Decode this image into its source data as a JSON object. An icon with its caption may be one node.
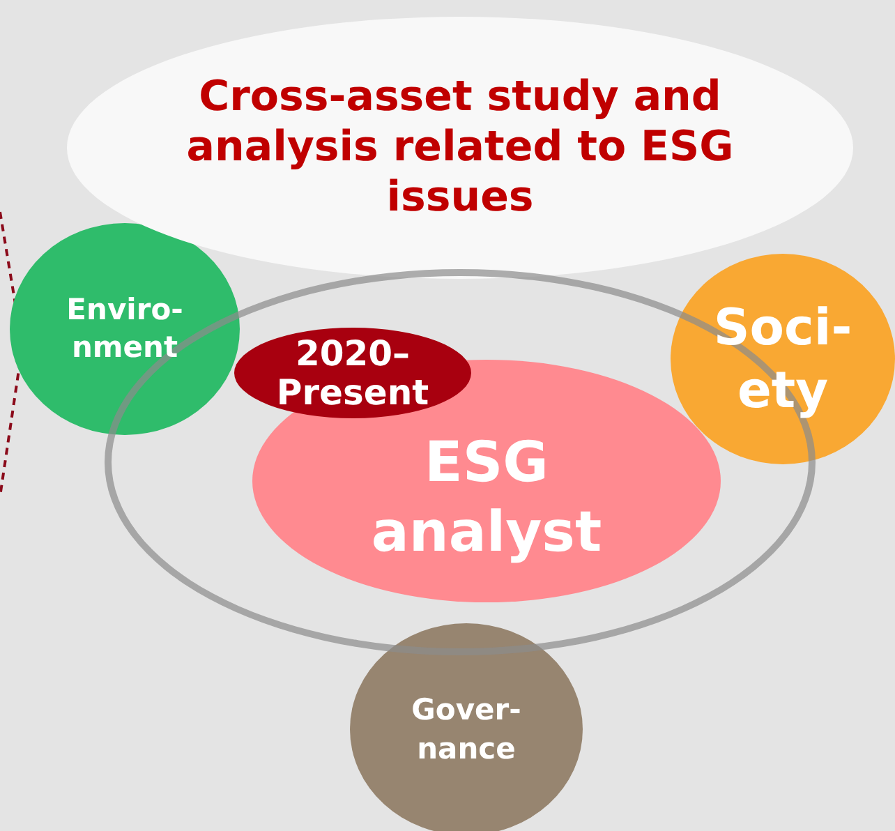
{
  "diagram": {
    "nodes": [
      {
        "text": [
          "Cross-asset study and analysis related to ESG issues"
        ]
      },
      {
        "text": [],
        "shape": "circle"
      },
      {
        "text": [
          "Enviro- nment"
        ]
      },
      {
        "text": [
          "2020– Present"
        ],
        "in": 1
      },
      {
        "text": [
          "Soci- ety"
        ]
      },
      {
        "text": [
          "ESG analyst"
        ],
        "in": 1
      },
      {
        "text": [
          "Gover- nance"
        ]
      }
    ],
    "edges": []
  }
}
